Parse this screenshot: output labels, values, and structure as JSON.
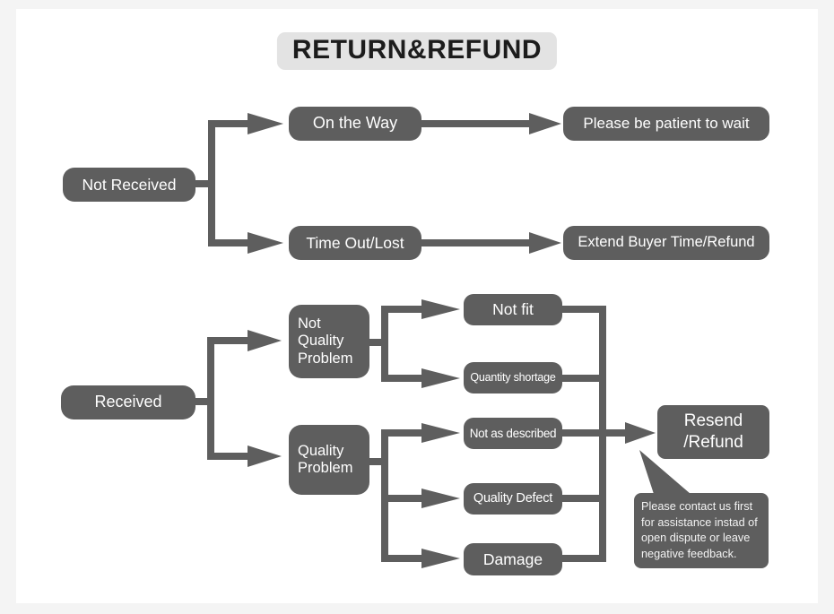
{
  "colors": {
    "page_bg": "#f4f4f4",
    "canvas_bg": "#ffffff",
    "node_fill": "#5e5e5e",
    "node_text": "#ffffff",
    "title_bg": "#e3e3e3",
    "title_text": "#1c1c1c",
    "connector": "#5e5e5e"
  },
  "flow": {
    "title": "RETURN&REFUND",
    "not_received": {
      "label": "Not Received",
      "on_the_way": {
        "label": "On the Way",
        "outcome": "Please be patient to wait"
      },
      "time_out_lost": {
        "label": "Time Out/Lost",
        "outcome": "Extend Buyer Time/Refund"
      }
    },
    "received": {
      "label": "Received",
      "not_quality_problem": {
        "label": "Not\nQuality\nProblem",
        "leaves": [
          "Not fit",
          "Quantity shortage"
        ]
      },
      "quality_problem": {
        "label": "Quality\nProblem",
        "leaves": [
          "Not as described",
          "Quality Defect",
          "Damage"
        ]
      }
    },
    "resolution": {
      "label": "Resend\n/Refund"
    },
    "note": "Please contact us first\nfor assistance instad of\nopen dispute or leave\nnegative feedback."
  }
}
